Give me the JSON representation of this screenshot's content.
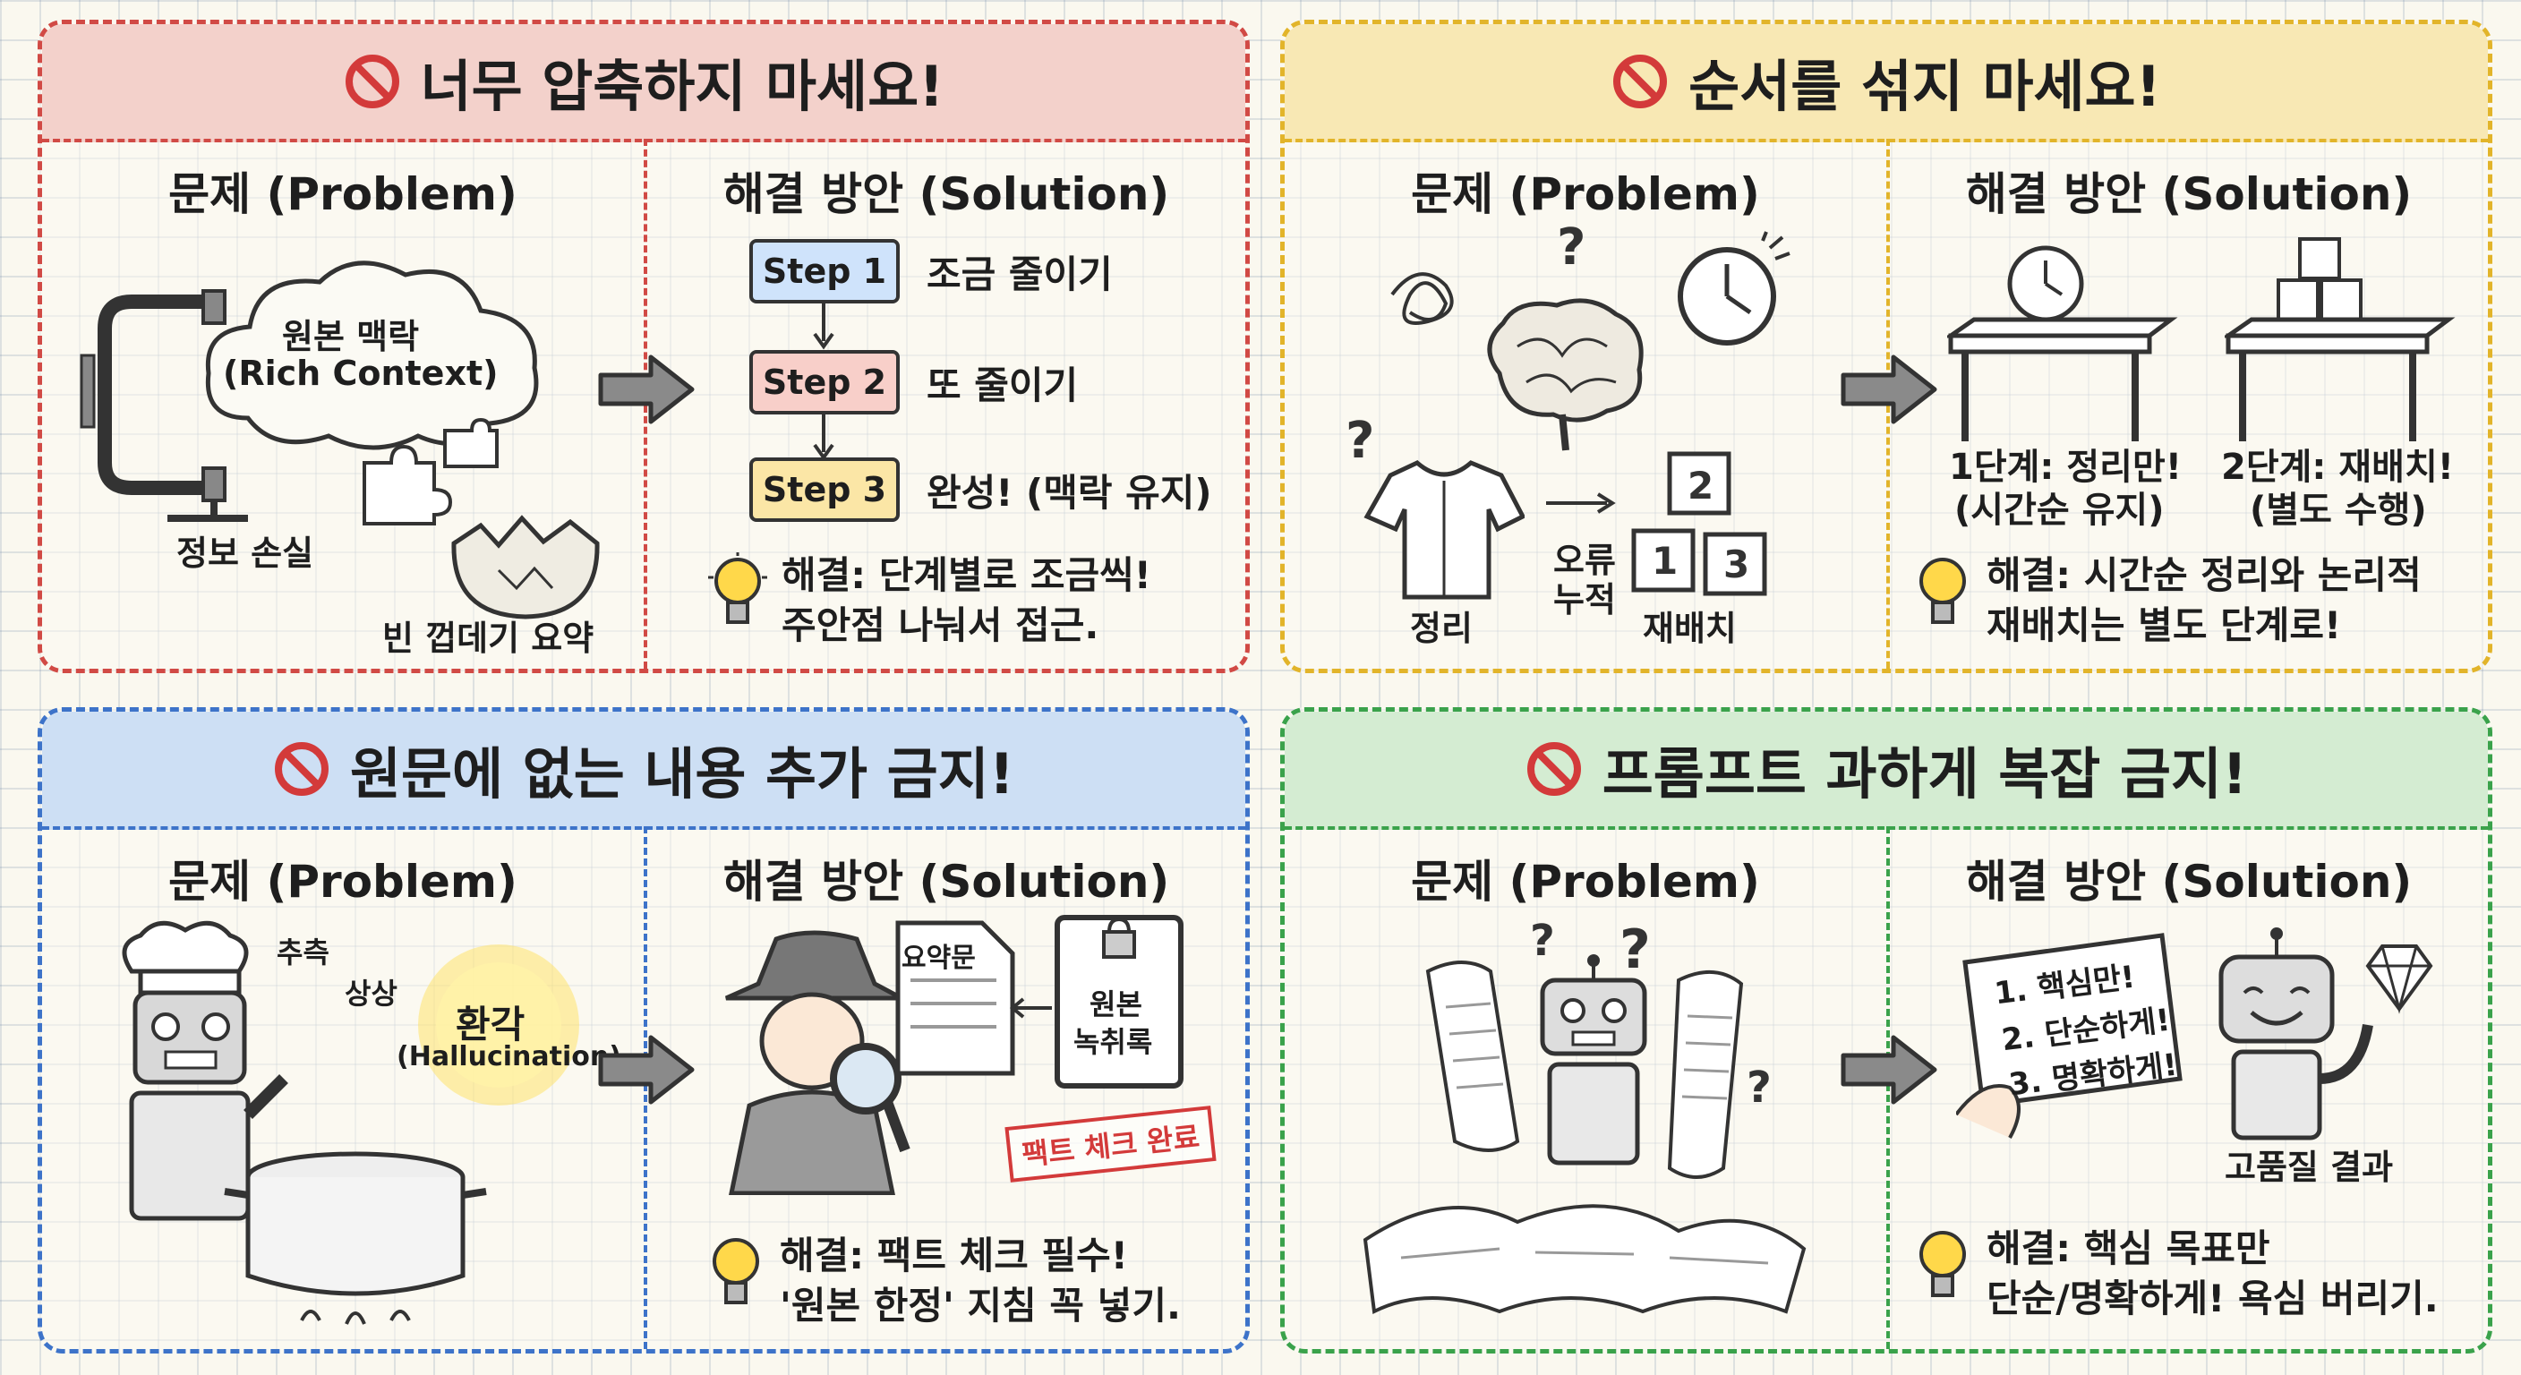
{
  "panels": {
    "compress": {
      "title": "너무 압축하지 마세요!",
      "problem_title": "문제 (Problem)",
      "solution_title": "해결 방안 (Solution)",
      "cloud_line1": "원본 맥락",
      "cloud_line2": "(Rich Context)",
      "info_loss": "정보 손실",
      "empty_summary": "빈 껍데기 요약",
      "steps": [
        {
          "tag": "Step 1",
          "label": "조금 줄이기",
          "color": "#cfe3fb"
        },
        {
          "tag": "Step 2",
          "label": "또 줄이기",
          "color": "#f8cfc9"
        },
        {
          "tag": "Step 3",
          "label": "완성! (맥락 유지)",
          "color": "#fbe6a6"
        }
      ],
      "tip_line1": "해결: 단계별로 조금씩!",
      "tip_line2": "주안점 나눠서 접근."
    },
    "order": {
      "title": "순서를 섞지 마세요!",
      "problem_title": "문제 (Problem)",
      "solution_title": "해결 방안 (Solution)",
      "organize": "정리",
      "error_line1": "오류",
      "error_line2": "누적",
      "rearrange": "재배치",
      "block_numbers": [
        "2",
        "1",
        "3"
      ],
      "stage1_line1": "1단계: 정리만!",
      "stage1_line2": "(시간순 유지)",
      "stage2_line1": "2단계: 재배치!",
      "stage2_line2": "(별도 수행)",
      "tip_line1": "해결: 시간순 정리와 논리적",
      "tip_line2": "재배치는 별도 단계로!"
    },
    "hallucination": {
      "title": "원문에 없는 내용 추가 금지!",
      "problem_title": "문제 (Problem)",
      "solution_title": "해결 방안 (Solution)",
      "guess": "추측",
      "imagine": "상상",
      "halluc_ko": "환각",
      "halluc_en": "(Hallucination)",
      "summary_doc": "요약문",
      "original_line1": "원본",
      "original_line2": "녹취록",
      "stamp": "팩트 체크 완료",
      "tip_line1": "해결: 팩트 체크 필수!",
      "tip_line2": "'원본 한정' 지침 꼭 넣기."
    },
    "complex": {
      "title": "프롬프트 과하게 복잡 금지!",
      "problem_title": "문제 (Problem)",
      "solution_title": "해결 방안 (Solution)",
      "list_items": [
        "1. 핵심만!",
        "2. 단순하게!",
        "3. 명확하게!"
      ],
      "quality_result": "고품질 결과",
      "tip_line1": "해결: 핵심 목표만",
      "tip_line2": "단순/명확하게! 욕심 버리기."
    }
  },
  "colors": {
    "red": "#d14a45",
    "yellow": "#e2b42a",
    "blue": "#3d73c9",
    "green": "#3aa24b",
    "stamp_red": "#d33a3a",
    "halo": "#ffe46b"
  },
  "icons": [
    "no-entry-icon",
    "lightbulb-icon",
    "arrow-right-icon",
    "clamp-icon",
    "cloud-icon",
    "puzzle-icon",
    "eggshell-icon",
    "brain-icon",
    "clock-icon",
    "shirt-icon",
    "blocks-icon",
    "table-icon",
    "chef-robot-icon",
    "pot-icon",
    "detective-icon",
    "document-icon",
    "book-lock-icon",
    "robot-icon",
    "scroll-icon",
    "checklist-card-icon",
    "diamond-icon"
  ]
}
